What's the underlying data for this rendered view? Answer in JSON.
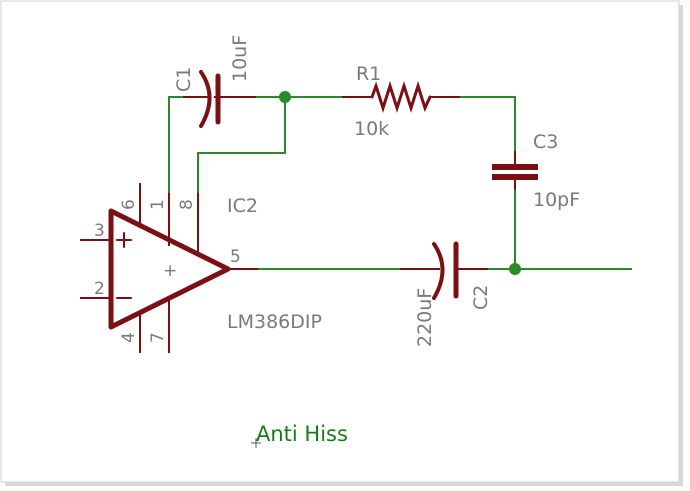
{
  "title": "Anti Hiss",
  "colors": {
    "wire": "#2a8a2a",
    "part": "#7a0f14",
    "label": "#7a7a7a",
    "background": "#ffffff",
    "frame": "#d8d8d8"
  },
  "components": {
    "c1": {
      "name": "C1",
      "value": "10uF"
    },
    "r1": {
      "name": "R1",
      "value": "10k"
    },
    "c3": {
      "name": "C3",
      "value": "10pF"
    },
    "c2": {
      "name": "C2",
      "value": "220uF"
    },
    "ic2": {
      "name": "IC2",
      "value": "LM386DIP",
      "plus_sign": "+",
      "pins": {
        "p1": "1",
        "p2": "2",
        "p3": "3",
        "p4": "4",
        "p5": "5",
        "p6": "6",
        "p7": "7",
        "p8": "8"
      }
    }
  }
}
